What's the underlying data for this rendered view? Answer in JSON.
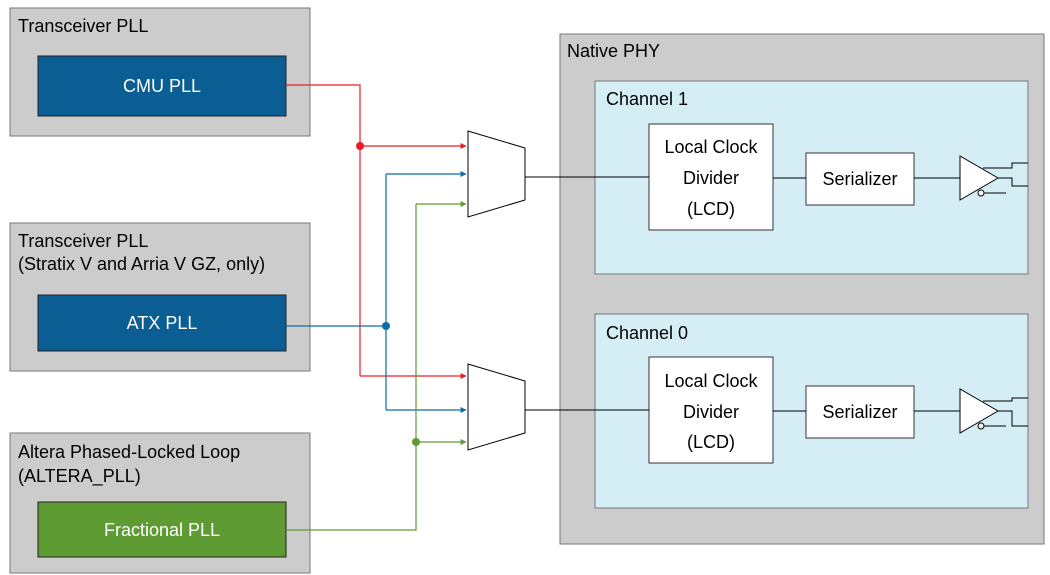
{
  "colors": {
    "red": "#ed1c24",
    "blue": "#0e6ba3",
    "green": "#5f9a35",
    "group_fill": "#cccccc",
    "channel_fill": "#d5eef5",
    "block_blue": "#0a5e93",
    "block_green": "#5e9b33"
  },
  "left": {
    "cmu_group": {
      "title": "Transceiver PLL",
      "block": "CMU PLL"
    },
    "atx_group": {
      "title_line1": "Transceiver PLL",
      "title_line2": "(Stratix V and Arria V GZ, only)",
      "block": "ATX PLL"
    },
    "frac_group": {
      "title_line1": "Altera Phased-Locked Loop",
      "title_line2": "(ALTERA_PLL)",
      "block": "Fractional PLL"
    }
  },
  "native_phy": {
    "title": "Native PHY",
    "channels": [
      {
        "title": "Channel 1",
        "lcd_line1": "Local Clock",
        "lcd_line2": "Divider",
        "lcd_line3": "(LCD)",
        "serializer": "Serializer"
      },
      {
        "title": "Channel 0",
        "lcd_line1": "Local Clock",
        "lcd_line2": "Divider",
        "lcd_line3": "(LCD)",
        "serializer": "Serializer"
      }
    ]
  },
  "icons": [
    "multiplexer-icon",
    "differential-buffer-icon",
    "arrow-icon"
  ]
}
